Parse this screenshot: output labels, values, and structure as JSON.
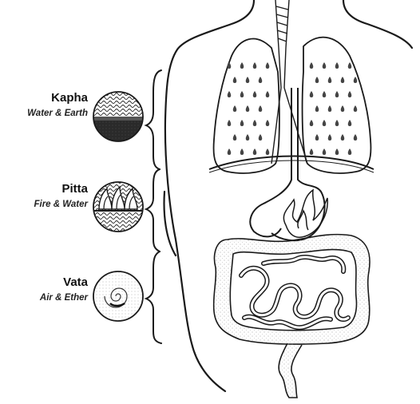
{
  "doshas": [
    {
      "name": "Kapha",
      "elements": "Water & Earth",
      "symbol": "kapha-wave-sediment-icon"
    },
    {
      "name": "Pitta",
      "elements": "Fire & Water",
      "symbol": "pitta-flame-wave-icon"
    },
    {
      "name": "Vata",
      "elements": "Air & Ether",
      "symbol": "vata-swirl-icon"
    }
  ],
  "colors": {
    "ink": "#1a1a1a",
    "shade": "#555555",
    "paper": "#ffffff"
  }
}
